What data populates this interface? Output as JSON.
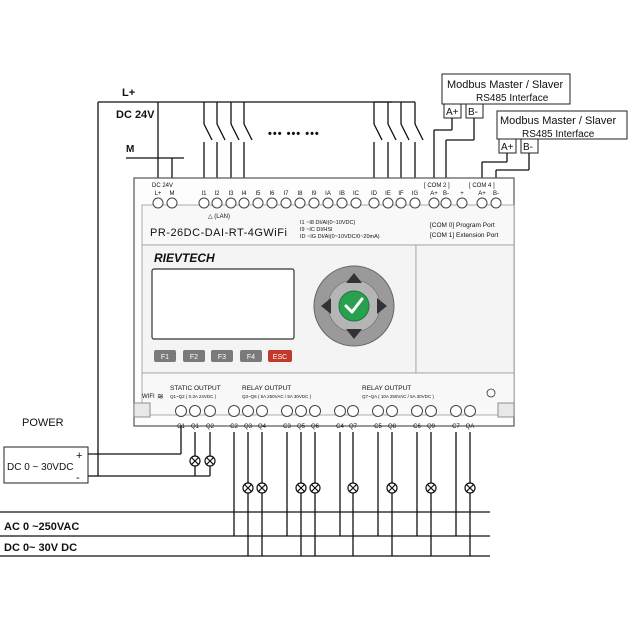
{
  "supply": {
    "l_plus": "L+",
    "dc24v": "DC 24V",
    "m": "M"
  },
  "modbus": [
    {
      "title": "Modbus Master / Slaver",
      "subtitle": "RS485 Interface",
      "a_plus": "A+",
      "b_minus": "B-"
    },
    {
      "title": "Modbus Master / Slaver",
      "subtitle": "RS485 Interface",
      "a_plus": "A+",
      "b_minus": "B-"
    }
  ],
  "dots": "••• ••• •••",
  "device": {
    "top_terminals": [
      "L+",
      "M",
      "I1",
      "I2",
      "I3",
      "I4",
      "I5",
      "I6",
      "I7",
      "I8",
      "I9",
      "IA",
      "IB",
      "IC",
      "ID",
      "IE",
      "IF",
      "IG",
      "A+",
      "B-",
      "+",
      "A+",
      "B-"
    ],
    "dc_label": "DC  24V",
    "com2_label": "[ COM 2 ]",
    "com4_label": "[ COM 4 ]",
    "lan_label": "(LAN)",
    "model": "PR-26DC-DAI-RT-4GWiFi",
    "io_spec": [
      "I1 ~I8 DI/AI(0~10VDC)",
      "I9 ~IC DI/HSI",
      "ID ~IG DI/AI(0~10VDC/0~20mA)"
    ],
    "com_ports": [
      "[COM 0] Program Port",
      "[COM 1] Extension Port"
    ],
    "brand": "RIEVTECH",
    "fkeys": [
      "F1",
      "F2",
      "F3",
      "F4",
      "ESC"
    ],
    "wifi_label": "WIFI",
    "static_output": "STATIC OUTPUT",
    "static_output_spec": "Q1~Q2 ( 0.3A 24VDC )",
    "relay_output_1": "RELAY OUTPUT",
    "relay_output_1_spec": "Q3~Q6 ( 5A 250VAC / 5A 30VDC )",
    "relay_output_2": "RELAY OUTPUT",
    "relay_output_2_spec": "Q7~QA ( 10A 250VAC / 5A 30VDC )",
    "bottom_terminals": [
      "C1",
      "Q1",
      "Q2",
      "C2",
      "Q3",
      "Q4",
      "C3",
      "Q5",
      "Q6",
      "C4",
      "Q7",
      "C5",
      "Q8",
      "C6",
      "Q9",
      "C7",
      "QA"
    ]
  },
  "power": {
    "title": "POWER",
    "dc_range": "DC 0 ~ 30VDC",
    "plus": "+",
    "minus": "-",
    "ac_load": "AC 0 ~250VAC",
    "dc_load": "DC 0~ 30V DC"
  },
  "colors": {
    "lcd_green": "#28a050",
    "esc_red": "#c0392b",
    "nav_grey": "#888888",
    "fkey_grey": "#7a7a7a"
  }
}
